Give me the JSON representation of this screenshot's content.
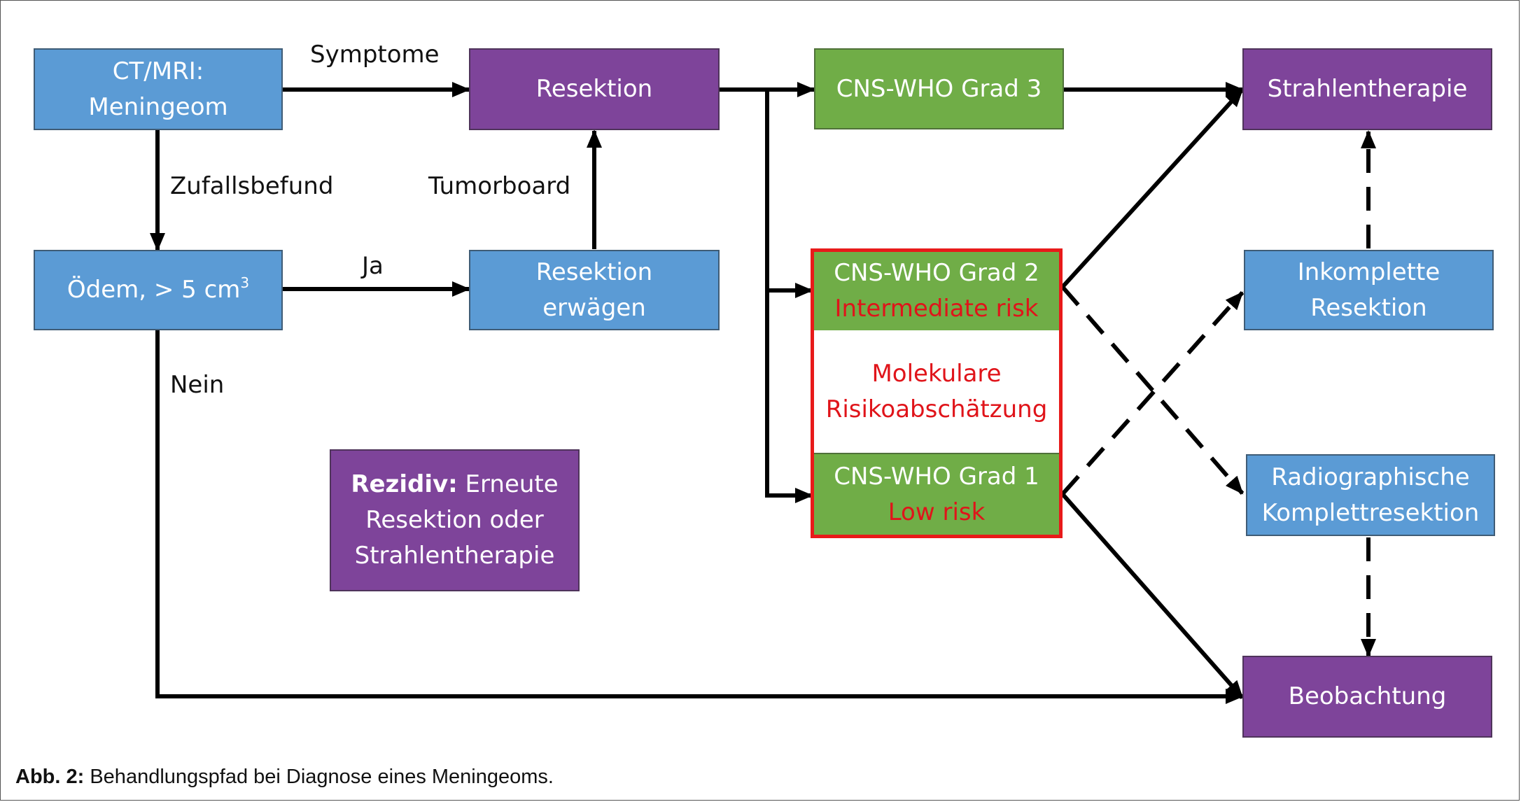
{
  "boxes": {
    "ct_mri_line1": "CT/MRI:",
    "ct_mri_line2": "Meningeom",
    "resektion": "Resektion",
    "cns3": "CNS-WHO Grad 3",
    "strahlentherapie": "Strahlentherapie",
    "oedem_text": "Ödem, > 5 cm",
    "oedem_sup": "3",
    "resektion_erwaegen_line1": "Resektion",
    "resektion_erwaegen_line2": "erwägen",
    "cns2_line1": "CNS-WHO Grad 2",
    "cns2_line2": "Intermediate risk",
    "molekular_line1": "Molekulare",
    "molekular_line2": "Risikoabschätzung",
    "cns1_line1": "CNS-WHO Grad 1",
    "cns1_line2": "Low risk",
    "inkomplette_line1": "Inkomplette",
    "inkomplette_line2": "Resektion",
    "radiographische_line1": "Radiographische",
    "radiographische_line2": "Komplettresektion",
    "rezidiv_bold": "Rezidiv:",
    "rezidiv_line1_rest": " Erneute",
    "rezidiv_line2": "Resektion oder",
    "rezidiv_line3": "Strahlentherapie",
    "beobachtung": "Beobachtung"
  },
  "edge_labels": {
    "symptome": "Symptome",
    "zufallsbefund": "Zufallsbefund",
    "tumorboard": "Tumorboard",
    "ja": "Ja",
    "nein": "Nein"
  },
  "caption": {
    "label": "Abb. 2:",
    "text": " Behandlungspfad bei Diagnose eines Meningeoms."
  },
  "colors": {
    "blue": "#5b9bd5",
    "purple": "#7e449a",
    "green": "#70ad47",
    "red": "#e0141a"
  }
}
